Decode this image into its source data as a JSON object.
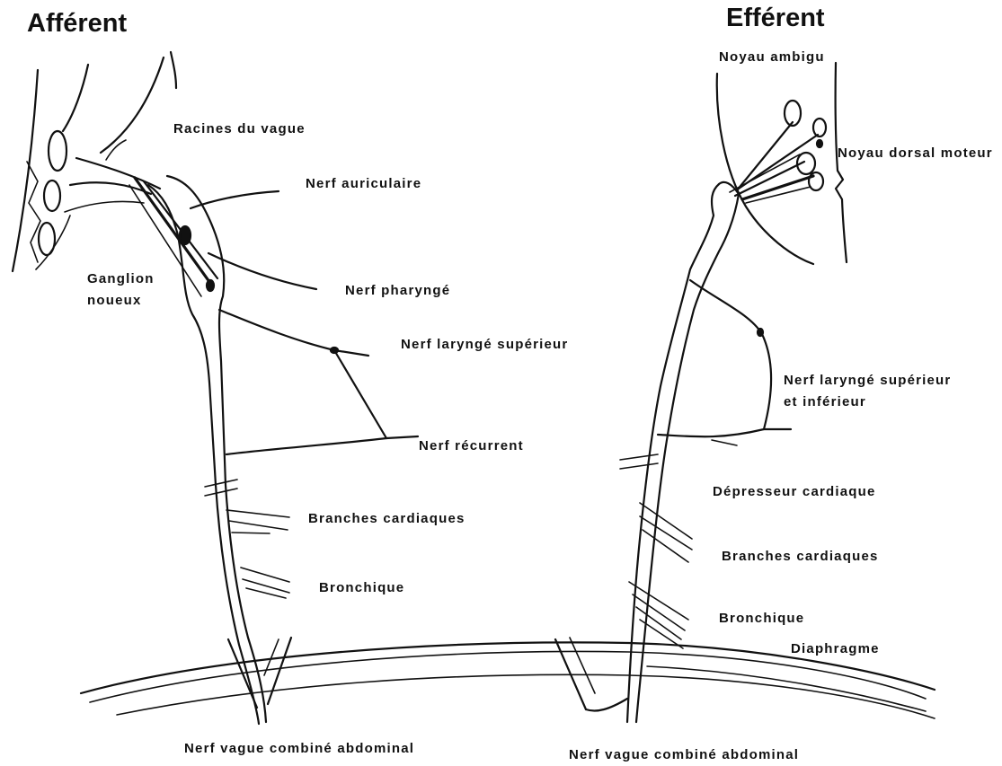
{
  "afferent": {
    "title": "Afférent",
    "racines": "Racines du vague",
    "auriculaire": "Nerf auriculaire",
    "ganglion_line1": "Ganglion",
    "ganglion_line2": "noueux",
    "pharynge": "Nerf pharyngé",
    "larynge_superieur": "Nerf laryngé supérieur",
    "recurrent": "Nerf récurrent",
    "branches_cardiaques": "Branches cardiaques",
    "bronchique": "Bronchique",
    "abdominal": "Nerf vague combiné abdominal"
  },
  "efferent": {
    "title": "Efférent",
    "noyau_ambigu": "Noyau ambigu",
    "noyau_dorsal_moteur": "Noyau dorsal moteur",
    "larynge_line1": "Nerf laryngé supérieur",
    "larynge_line2": "et inférieur",
    "depresseur_cardiaque": "Dépresseur cardiaque",
    "branches_cardiaques": "Branches cardiaques",
    "bronchique": "Bronchique",
    "diaphragme": "Diaphragme",
    "abdominal": "Nerf vague combiné abdominal"
  },
  "colors": {
    "ink": "#111111",
    "background": "#ffffff"
  }
}
